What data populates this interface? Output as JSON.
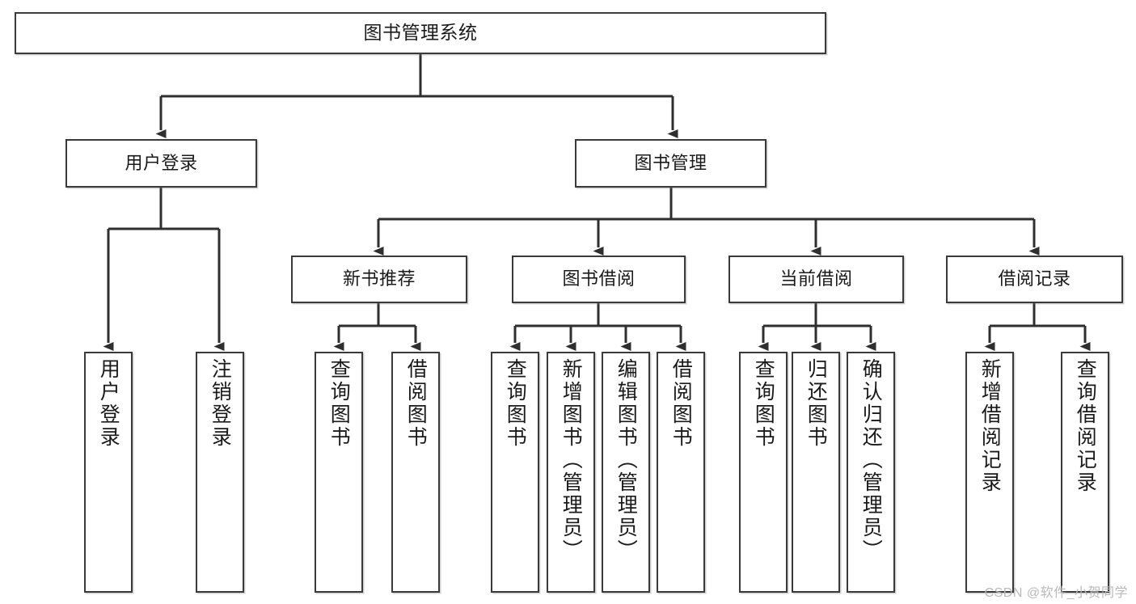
{
  "diagram": {
    "title": "图书管理系统",
    "watermark": "CSDN @软件_小贺同学",
    "line_color": "#3a3a3a",
    "box_fill": "#ffffff",
    "text_color": "#1a1a1a",
    "root": {
      "label": "图书管理系统"
    },
    "level1": [
      {
        "label": "用户登录"
      },
      {
        "label": "图书管理"
      }
    ],
    "level2": [
      {
        "label": "新书推荐"
      },
      {
        "label": "图书借阅"
      },
      {
        "label": "当前借阅"
      },
      {
        "label": "借阅记录"
      }
    ],
    "leaves": {
      "user_login": [
        {
          "label": "用户登录"
        },
        {
          "label": "注销登录"
        }
      ],
      "new_book_recommend": [
        {
          "label": "查询图书"
        },
        {
          "label": "借阅图书"
        }
      ],
      "book_borrow": [
        {
          "label": "查询图书"
        },
        {
          "label": "新增图书（管理员）"
        },
        {
          "label": "编辑图书（管理员）"
        },
        {
          "label": "借阅图书"
        }
      ],
      "current_borrow": [
        {
          "label": "查询图书"
        },
        {
          "label": "归还图书"
        },
        {
          "label": "确认归还（管理员）"
        }
      ],
      "borrow_record": [
        {
          "label": "新增借阅记录"
        },
        {
          "label": "查询借阅记录"
        }
      ]
    }
  }
}
